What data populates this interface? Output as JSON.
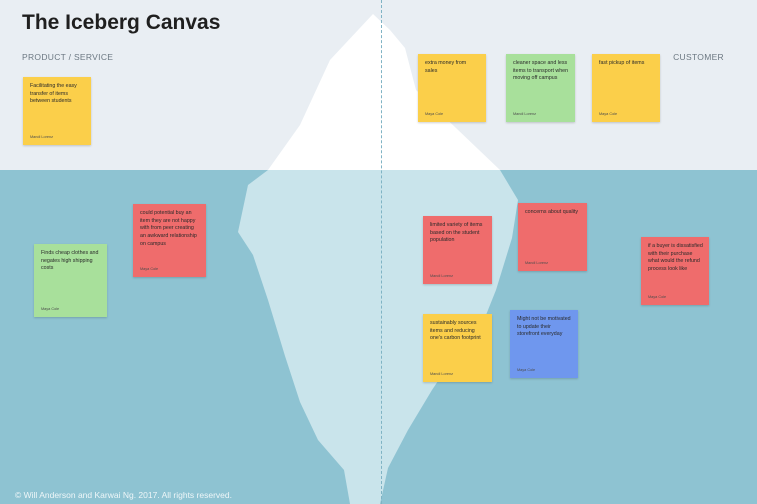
{
  "title": "The Iceberg Canvas",
  "labels": {
    "left": "PRODUCT / SERVICE",
    "right": "CUSTOMER"
  },
  "footer": "© Will Anderson and Karwai Ng. 2017. All rights reserved.",
  "colors": {
    "sky": "#e9eef3",
    "sea": "#8ec3d2",
    "yellow": "#fbcf4a",
    "green": "#a8e09b",
    "red": "#ef6c6c",
    "blue": "#6f97ee"
  },
  "notes": [
    {
      "text": "Facilitating the easy transfer of items between students",
      "author": "Mandi Lorenz",
      "color": "yellow"
    },
    {
      "text": "Finds cheap clothes and negates high shipping costs",
      "author": "Maya Cole",
      "color": "green"
    },
    {
      "text": "could potential buy an item they are not happy with from peer creating an awkward relationship on campus",
      "author": "Maya Cole",
      "color": "red"
    },
    {
      "text": "extra money from sales",
      "author": "Maya Cole",
      "color": "yellow"
    },
    {
      "text": "cleaner space and less items to transport when moving off campus",
      "author": "Mandi Lorenz",
      "color": "green"
    },
    {
      "text": "fast pickup of items",
      "author": "Maya Cole",
      "color": "yellow"
    },
    {
      "text": "limited variety of items based on the student population",
      "author": "Mandi Lorenz",
      "color": "red"
    },
    {
      "text": "concerns about quality",
      "author": "Mandi Lorenz",
      "color": "red"
    },
    {
      "text": "if a buyer is dissatisfied with their purchase what would the refund process look like",
      "author": "Maya Cole",
      "color": "red"
    },
    {
      "text": "sustainably sources items and reducing one's carbon footprint",
      "author": "Mandi Lorenz",
      "color": "yellow"
    },
    {
      "text": "Might not be motivated to update their storefront everyday",
      "author": "Maya Cole",
      "color": "blue"
    }
  ]
}
